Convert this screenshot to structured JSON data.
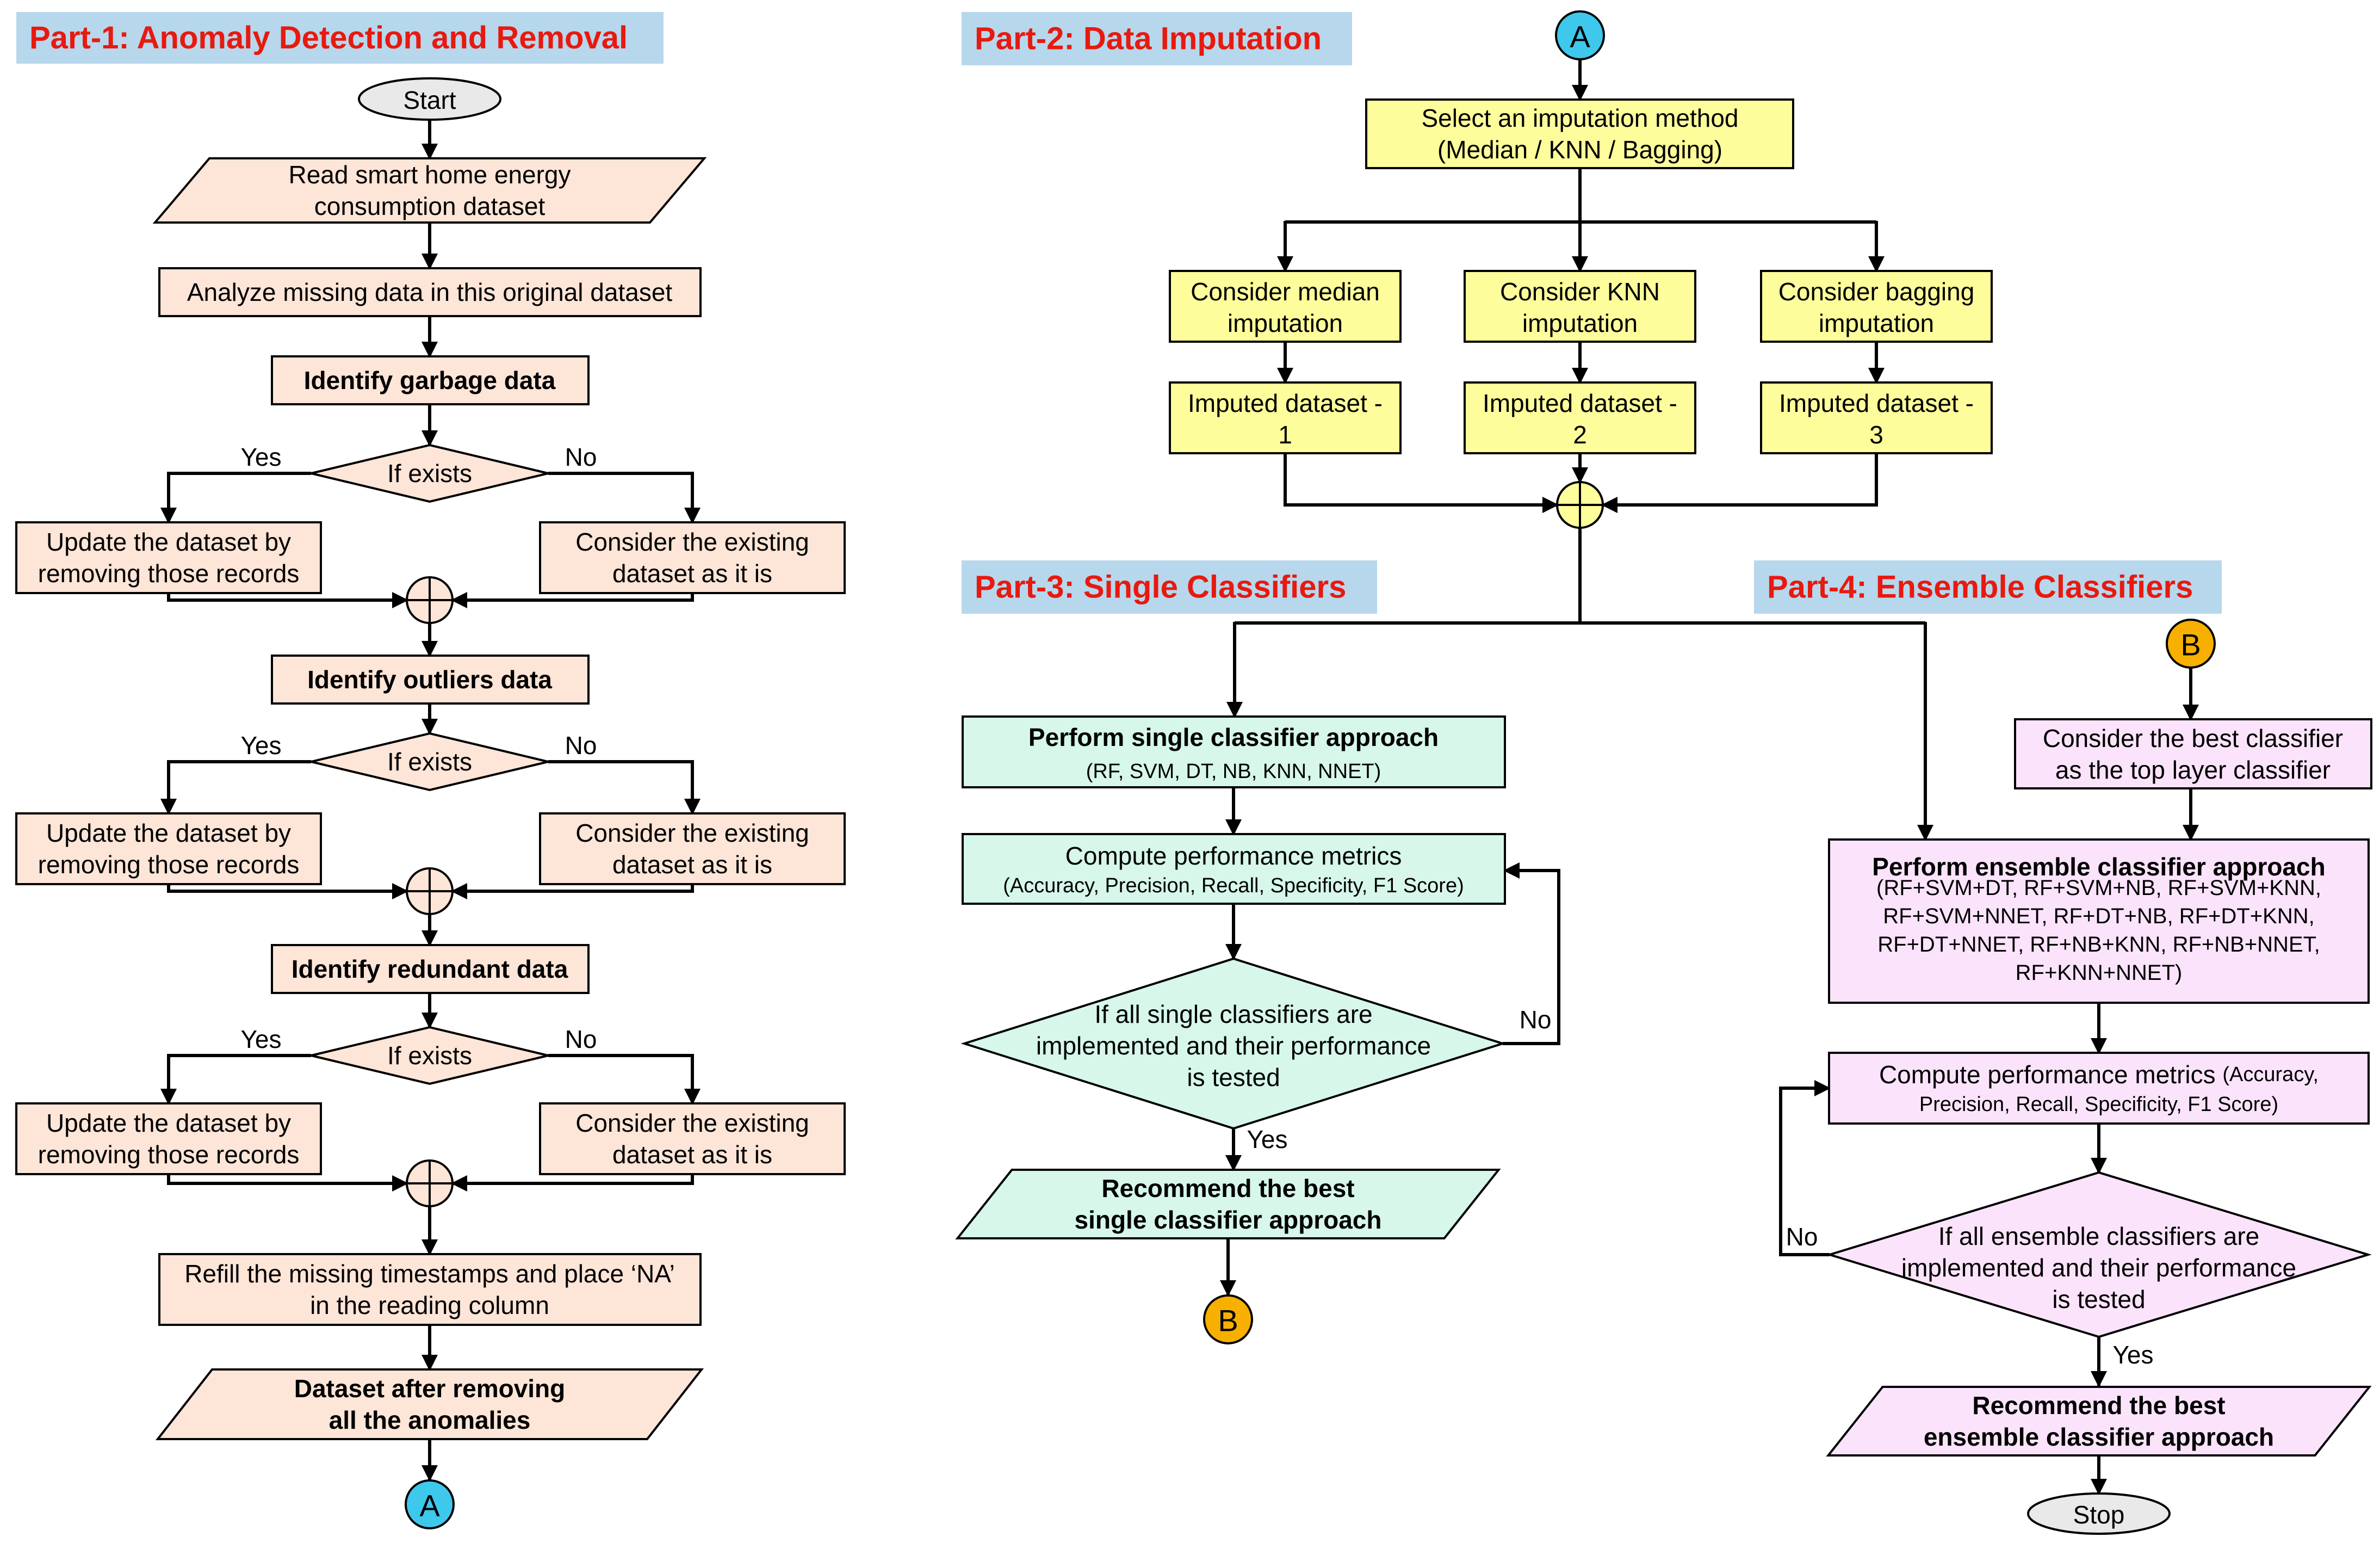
{
  "colors": {
    "part_title": "#e8190f",
    "part_bg": "#b7d7ec",
    "part1_fill": "#fde5d7",
    "part2_fill": "#fdfd9b",
    "part3_fill": "#d6f7ea",
    "part4_fill": "#fbe4fb",
    "connector_a": "#3ec8ec",
    "connector_b": "#f8b000",
    "terminal": "#e9e9e9",
    "line": "#000000"
  },
  "part1": {
    "title": "Part-1: Anomaly Detection and Removal",
    "start": "Start",
    "read": [
      "Read smart home energy",
      "consumption dataset"
    ],
    "analyze": "Analyze missing data in this original dataset",
    "garbage": "Identify garbage data",
    "outliers": "Identify outliers data",
    "redundant": "Identify redundant data",
    "decision": "If exists",
    "yes": "Yes",
    "no": "No",
    "update": [
      "Update the dataset by",
      "removing those records"
    ],
    "consider": [
      "Consider the existing",
      "dataset as it is"
    ],
    "refill": [
      "Refill the missing timestamps and place ‘NA’",
      "in the reading column"
    ],
    "result": [
      "Dataset after removing",
      "all the anomalies"
    ],
    "connector_out": "A"
  },
  "part2": {
    "title": "Part-2: Data Imputation",
    "connector_in": "A",
    "select": [
      "Select an imputation method",
      "(Median / KNN / Bagging)"
    ],
    "methods": [
      [
        "Consider median",
        "imputation"
      ],
      [
        "Consider KNN",
        "imputation"
      ],
      [
        "Consider bagging",
        "imputation"
      ]
    ],
    "datasets": [
      [
        "Imputed dataset -",
        "1"
      ],
      [
        "Imputed dataset -",
        "2"
      ],
      [
        "Imputed dataset -",
        "3"
      ]
    ]
  },
  "part3": {
    "title": "Part-3: Single Classifiers",
    "perform": "Perform single classifier approach",
    "perform_sub": "(RF, SVM, DT, NB, KNN, NNET)",
    "compute": "Compute performance metrics",
    "compute_sub": "(Accuracy, Precision, Recall, Specificity, F1 Score)",
    "decision": [
      "If all single classifiers are",
      "implemented and their performance",
      "is tested"
    ],
    "no": "No",
    "yes": "Yes",
    "recommend": [
      "Recommend the best",
      "single classifier approach"
    ],
    "connector_out": "B"
  },
  "part4": {
    "title": "Part-4: Ensemble Classifiers",
    "connector_in": "B",
    "consider": [
      "Consider the best classifier",
      "as the top layer classifier"
    ],
    "perform": "Perform ensemble classifier approach",
    "perform_sub": [
      "(RF+SVM+DT, RF+SVM+NB, RF+SVM+KNN,",
      "RF+SVM+NNET, RF+DT+NB, RF+DT+KNN,",
      "RF+DT+NNET, RF+NB+KNN, RF+NB+NNET,",
      "RF+KNN+NNET)"
    ],
    "compute_a": "Compute performance metrics",
    "compute_a_sub": "(Accuracy,",
    "compute_b": "Precision, Recall, Specificity,  F1 Score)",
    "decision": [
      "If all ensemble classifiers are",
      "implemented and their performance",
      "is tested"
    ],
    "no": "No",
    "yes": "Yes",
    "recommend": [
      "Recommend the best",
      "ensemble classifier approach"
    ],
    "stop": "Stop"
  }
}
